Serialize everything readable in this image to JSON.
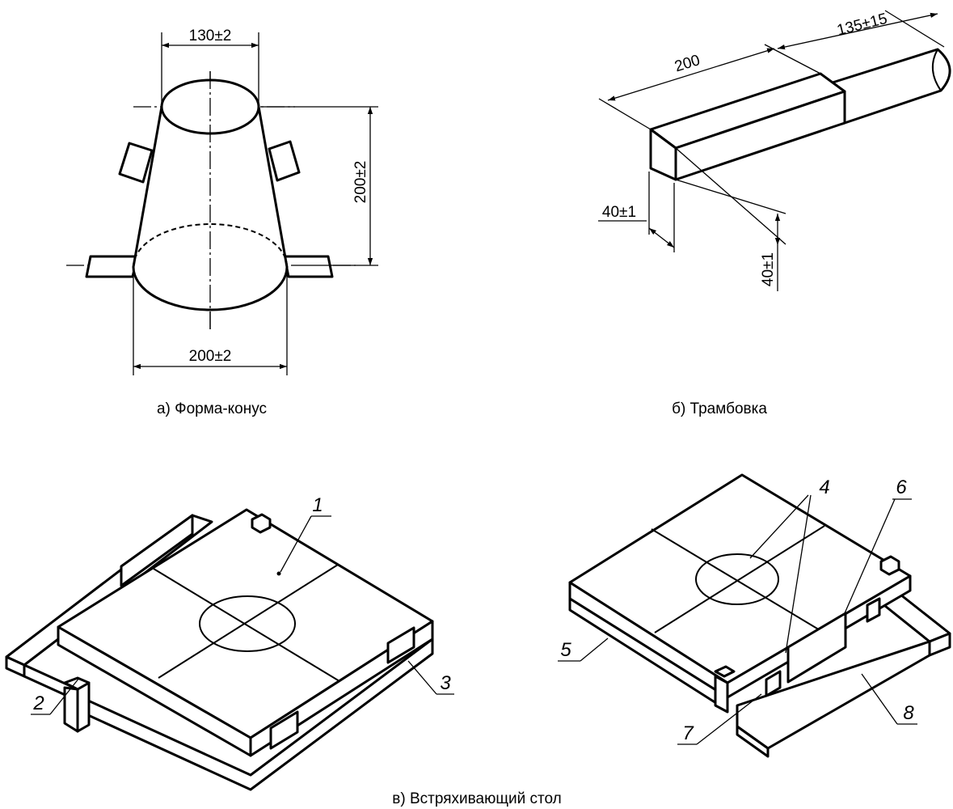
{
  "cone": {
    "caption": "а) Форма-конус",
    "dim_top": "130±2",
    "dim_height": "200±2",
    "dim_bottom": "200±2"
  },
  "tamper": {
    "caption": "б) Трамбовка",
    "dim_length": "200",
    "dim_handle": "135±15",
    "dim_width": "40±1",
    "dim_height": "40±1"
  },
  "table": {
    "caption": "в) Встряхивающий стол",
    "labels": [
      "1",
      "2",
      "3",
      "4",
      "5",
      "6",
      "7",
      "8"
    ]
  }
}
